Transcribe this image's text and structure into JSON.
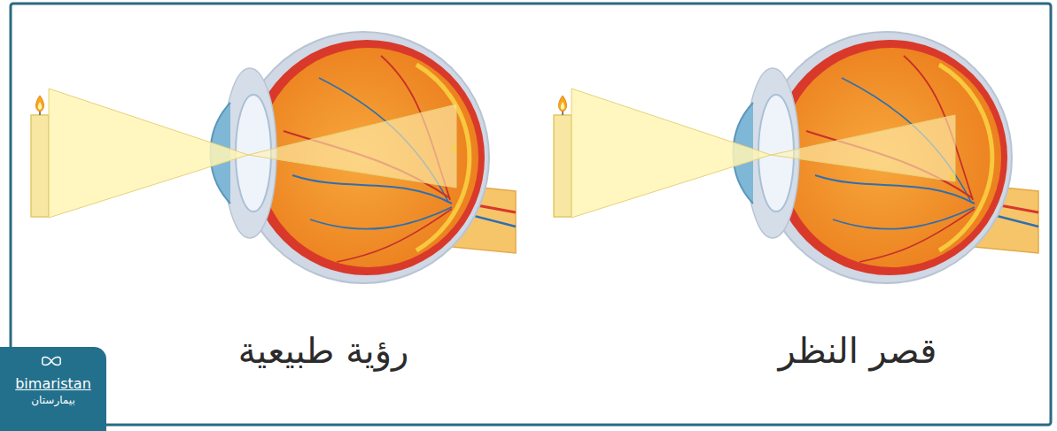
{
  "diagram": {
    "nodes": [
      {
        "text": [
          "bimaristan",
          "بيمارستان"
        ]
      }
    ],
    "labels": [
      "رؤية طبيعية",
      "قصر النظر"
    ]
  }
}
